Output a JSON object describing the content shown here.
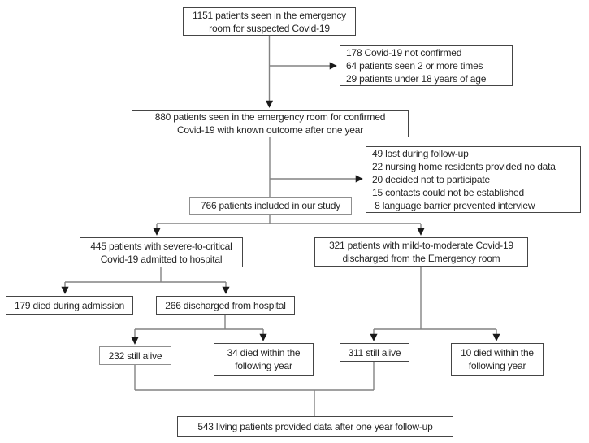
{
  "diagram": {
    "type": "flowchart",
    "colors": {
      "background": "#ffffff",
      "box_border": "#454545",
      "box_border_light": "#8f8f8f",
      "connector_line": "#828282",
      "arrowhead": "#1a1a1a",
      "text": "#262626"
    },
    "nodes": {
      "suspected": {
        "lines": [
          "1151 patients seen in the emergency",
          "room for suspected Covid-19"
        ]
      },
      "excluded_initial": {
        "lines": [
          "178 Covid-19 not confirmed",
          "64 patients seen 2 or more times",
          "29 patients under 18 years of age"
        ]
      },
      "confirmed": {
        "lines": [
          "880 patients seen in the emergency room for confirmed",
          "Covid-19 with known outcome after one year"
        ]
      },
      "excluded_followup": {
        "lines": [
          "49 lost during follow-up",
          "22 nursing home residents provided no data",
          "20 decided not to participate",
          "15 contacts could not be established",
          " 8 language barrier prevented interview"
        ]
      },
      "included": {
        "lines": [
          "766 patients included in our study"
        ]
      },
      "severe": {
        "lines": [
          "445 patients with severe-to-critical",
          "Covid-19 admitted to hospital"
        ]
      },
      "mild": {
        "lines": [
          "321 patients with mild-to-moderate Covid-19",
          "discharged from the Emergency room"
        ]
      },
      "died_admission": {
        "lines": [
          "179 died during admission"
        ]
      },
      "discharged": {
        "lines": [
          "266 discharged from hospital"
        ]
      },
      "alive_232": {
        "lines": [
          "232 still alive"
        ]
      },
      "died_34": {
        "lines": [
          "34 died within the",
          "following year"
        ]
      },
      "alive_311": {
        "lines": [
          "311 still alive"
        ]
      },
      "died_10": {
        "lines": [
          "10 died within the",
          "following year"
        ]
      },
      "final": {
        "lines": [
          "543 living patients provided data after one year follow-up"
        ]
      }
    }
  }
}
